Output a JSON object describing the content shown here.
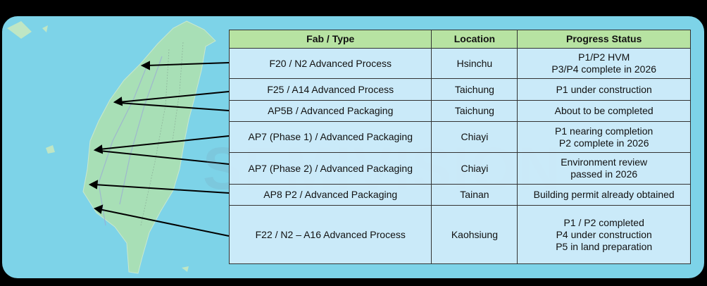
{
  "watermark": "SEMIVISION",
  "table": {
    "headers": [
      "Fab / Type",
      "Location",
      "Progress Status"
    ],
    "rows": [
      {
        "fab": "F20 / N2 Advanced Process",
        "location": "Hsinchu",
        "status": [
          "P1/P2 HVM",
          "P3/P4 complete in 2026"
        ]
      },
      {
        "fab": "F25 / A14 Advanced Process",
        "location": "Taichung",
        "status": [
          "P1 under construction"
        ]
      },
      {
        "fab": "AP5B / Advanced Packaging",
        "location": "Taichung",
        "status": [
          "About to be completed"
        ]
      },
      {
        "fab": "AP7 (Phase 1) / Advanced Packaging",
        "location": "Chiayi",
        "status": [
          "P1 nearing completion",
          "P2 complete in 2026"
        ]
      },
      {
        "fab": "AP7 (Phase 2) / Advanced Packaging",
        "location": "Chiayi",
        "status": [
          "Environment review",
          "passed in 2026"
        ]
      },
      {
        "fab": "AP8 P2 / Advanced Packaging",
        "location": "Tainan",
        "status": [
          "Building permit already obtained"
        ]
      },
      {
        "fab": "F22 / N2 – A16 Advanced Process",
        "location": "Kaohsiung",
        "status": [
          "P1 / P2 completed",
          "P4 under construction",
          "P5 in land preparation"
        ]
      }
    ]
  },
  "colors": {
    "sea": "#7dd3e8",
    "land": "#a8dfb6",
    "header": "#b7e3a2",
    "cell": "#d0ecfa"
  }
}
